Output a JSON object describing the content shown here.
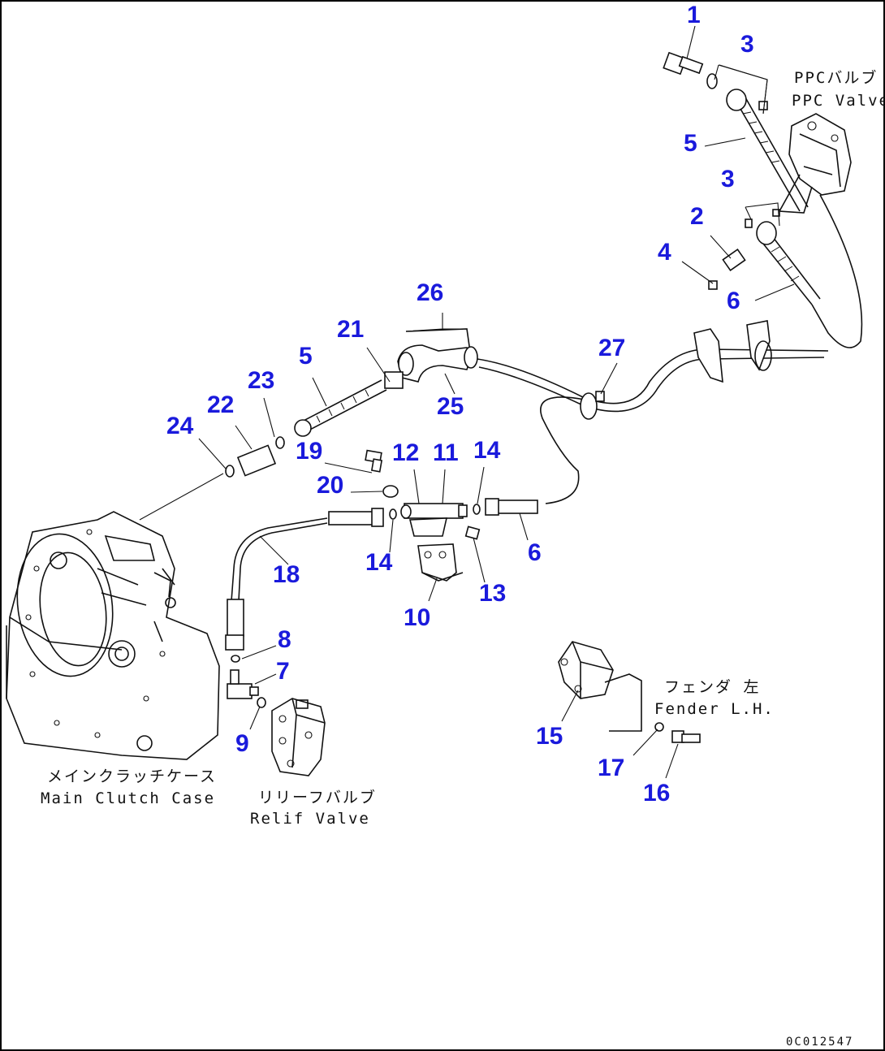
{
  "callouts": {
    "c1": "1",
    "c2": "2",
    "c3a": "3",
    "c3b": "3",
    "c4": "4",
    "c5a": "5",
    "c5b": "5",
    "c6a": "6",
    "c6b": "6",
    "c7": "7",
    "c8": "8",
    "c9": "9",
    "c10": "10",
    "c11": "11",
    "c12": "12",
    "c13": "13",
    "c14a": "14",
    "c14b": "14",
    "c15": "15",
    "c16": "16",
    "c17": "17",
    "c18": "18",
    "c19": "19",
    "c20": "20",
    "c21": "21",
    "c22": "22",
    "c23": "23",
    "c24": "24",
    "c25": "25",
    "c26": "26",
    "c27": "27"
  },
  "labels": {
    "ppc_valve_jp": "PPCバルブ",
    "ppc_valve_en": "PPC Valve",
    "fender_jp": "フェンダ 左",
    "fender_en": "Fender L.H.",
    "main_clutch_jp": "メインクラッチケース",
    "main_clutch_en": "Main Clutch Case",
    "relief_valve_jp": "リリーフバルブ",
    "relief_valve_en": "Relif Valve"
  },
  "drawing_code": "0C012547",
  "colors": {
    "callout": "#1a1adc",
    "line": "#111111",
    "frame": "#000000"
  }
}
